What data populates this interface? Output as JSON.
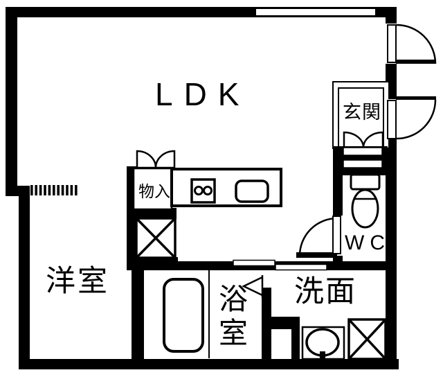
{
  "page": {
    "title": "Floor Plan"
  },
  "colors": {
    "line": "#000000",
    "background": "#ffffff"
  },
  "labels": {
    "ldk": "LDK",
    "entrance": "玄関",
    "storage": "物入",
    "toilet": "WC",
    "western_room": "洋室",
    "bathroom": "浴室",
    "washroom": "洗面"
  },
  "icons": {
    "kitchen_counter": "kitchen-counter",
    "stove": "two-burner-stove-icon",
    "kitchen_sink": "kitchen-sink-icon",
    "refrigerator_space": "crossed-square-refrigerator-space-icon",
    "washing_machine_pan": "crossed-square-washing-machine-pan-icon",
    "bathtub": "bathtub-icon",
    "toilet": "toilet-icon",
    "wash_basin": "wash-basin-icon",
    "shoe_cabinet": "shoe-cabinet-icon",
    "front_door": "door-swing-icon",
    "balcony_door": "door-swing-icon",
    "wc_door": "door-swing-icon",
    "sliding_door": "sliding-door-icon",
    "closet_double_door": "double-swing-door-icon",
    "bath_folding_door": "folding-door-icon",
    "window": "window-icon",
    "louver_window": "louver-window-icon"
  }
}
